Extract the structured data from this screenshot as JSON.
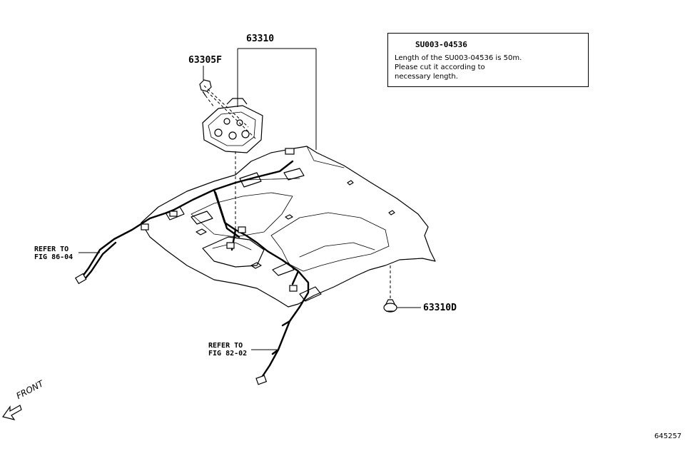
{
  "parts": {
    "headliner_assy": "63310",
    "clip_upper": "63305F",
    "clip_lower": "63310D"
  },
  "note": {
    "part_code": "SU003-04536",
    "lines": [
      "Length of the SU003-04536 is 50m.",
      "Please cut it according to",
      "necessary length."
    ]
  },
  "references": {
    "left": {
      "line1": "REFER TO",
      "line2": "FIG 86-04"
    },
    "bottom": {
      "line1": "REFER TO",
      "line2": "FIG 82-02"
    }
  },
  "direction_label": "FRONT",
  "figure_id": "645257"
}
